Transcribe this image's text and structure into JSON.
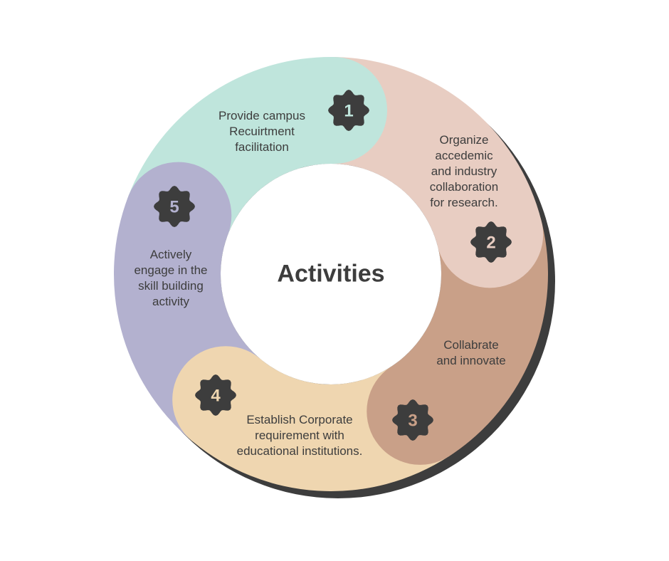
{
  "title": "Activities",
  "colors": {
    "shadow": "#3d3d3d",
    "badge": "#3d3d3d",
    "text": "#3d3d3d"
  },
  "steps": [
    {
      "number": "1",
      "text": [
        "Provide campus",
        "Recuirtment",
        "facilitation"
      ],
      "color": "#bfe5dc"
    },
    {
      "number": "2",
      "text": [
        "Organize",
        "accedemic",
        "and industry",
        "collaboration",
        "for research."
      ],
      "color": "#e8cdc2"
    },
    {
      "number": "3",
      "text": [
        "Collabrate",
        "and innovate"
      ],
      "color": "#c9a088"
    },
    {
      "number": "4",
      "text": [
        "Establish Corporate",
        "requirement with",
        "educational institutions."
      ],
      "color": "#efd6b0"
    },
    {
      "number": "5",
      "text": [
        "Actively",
        "engage in the",
        "skill building",
        "activity"
      ],
      "color": "#b3b1cf"
    }
  ]
}
